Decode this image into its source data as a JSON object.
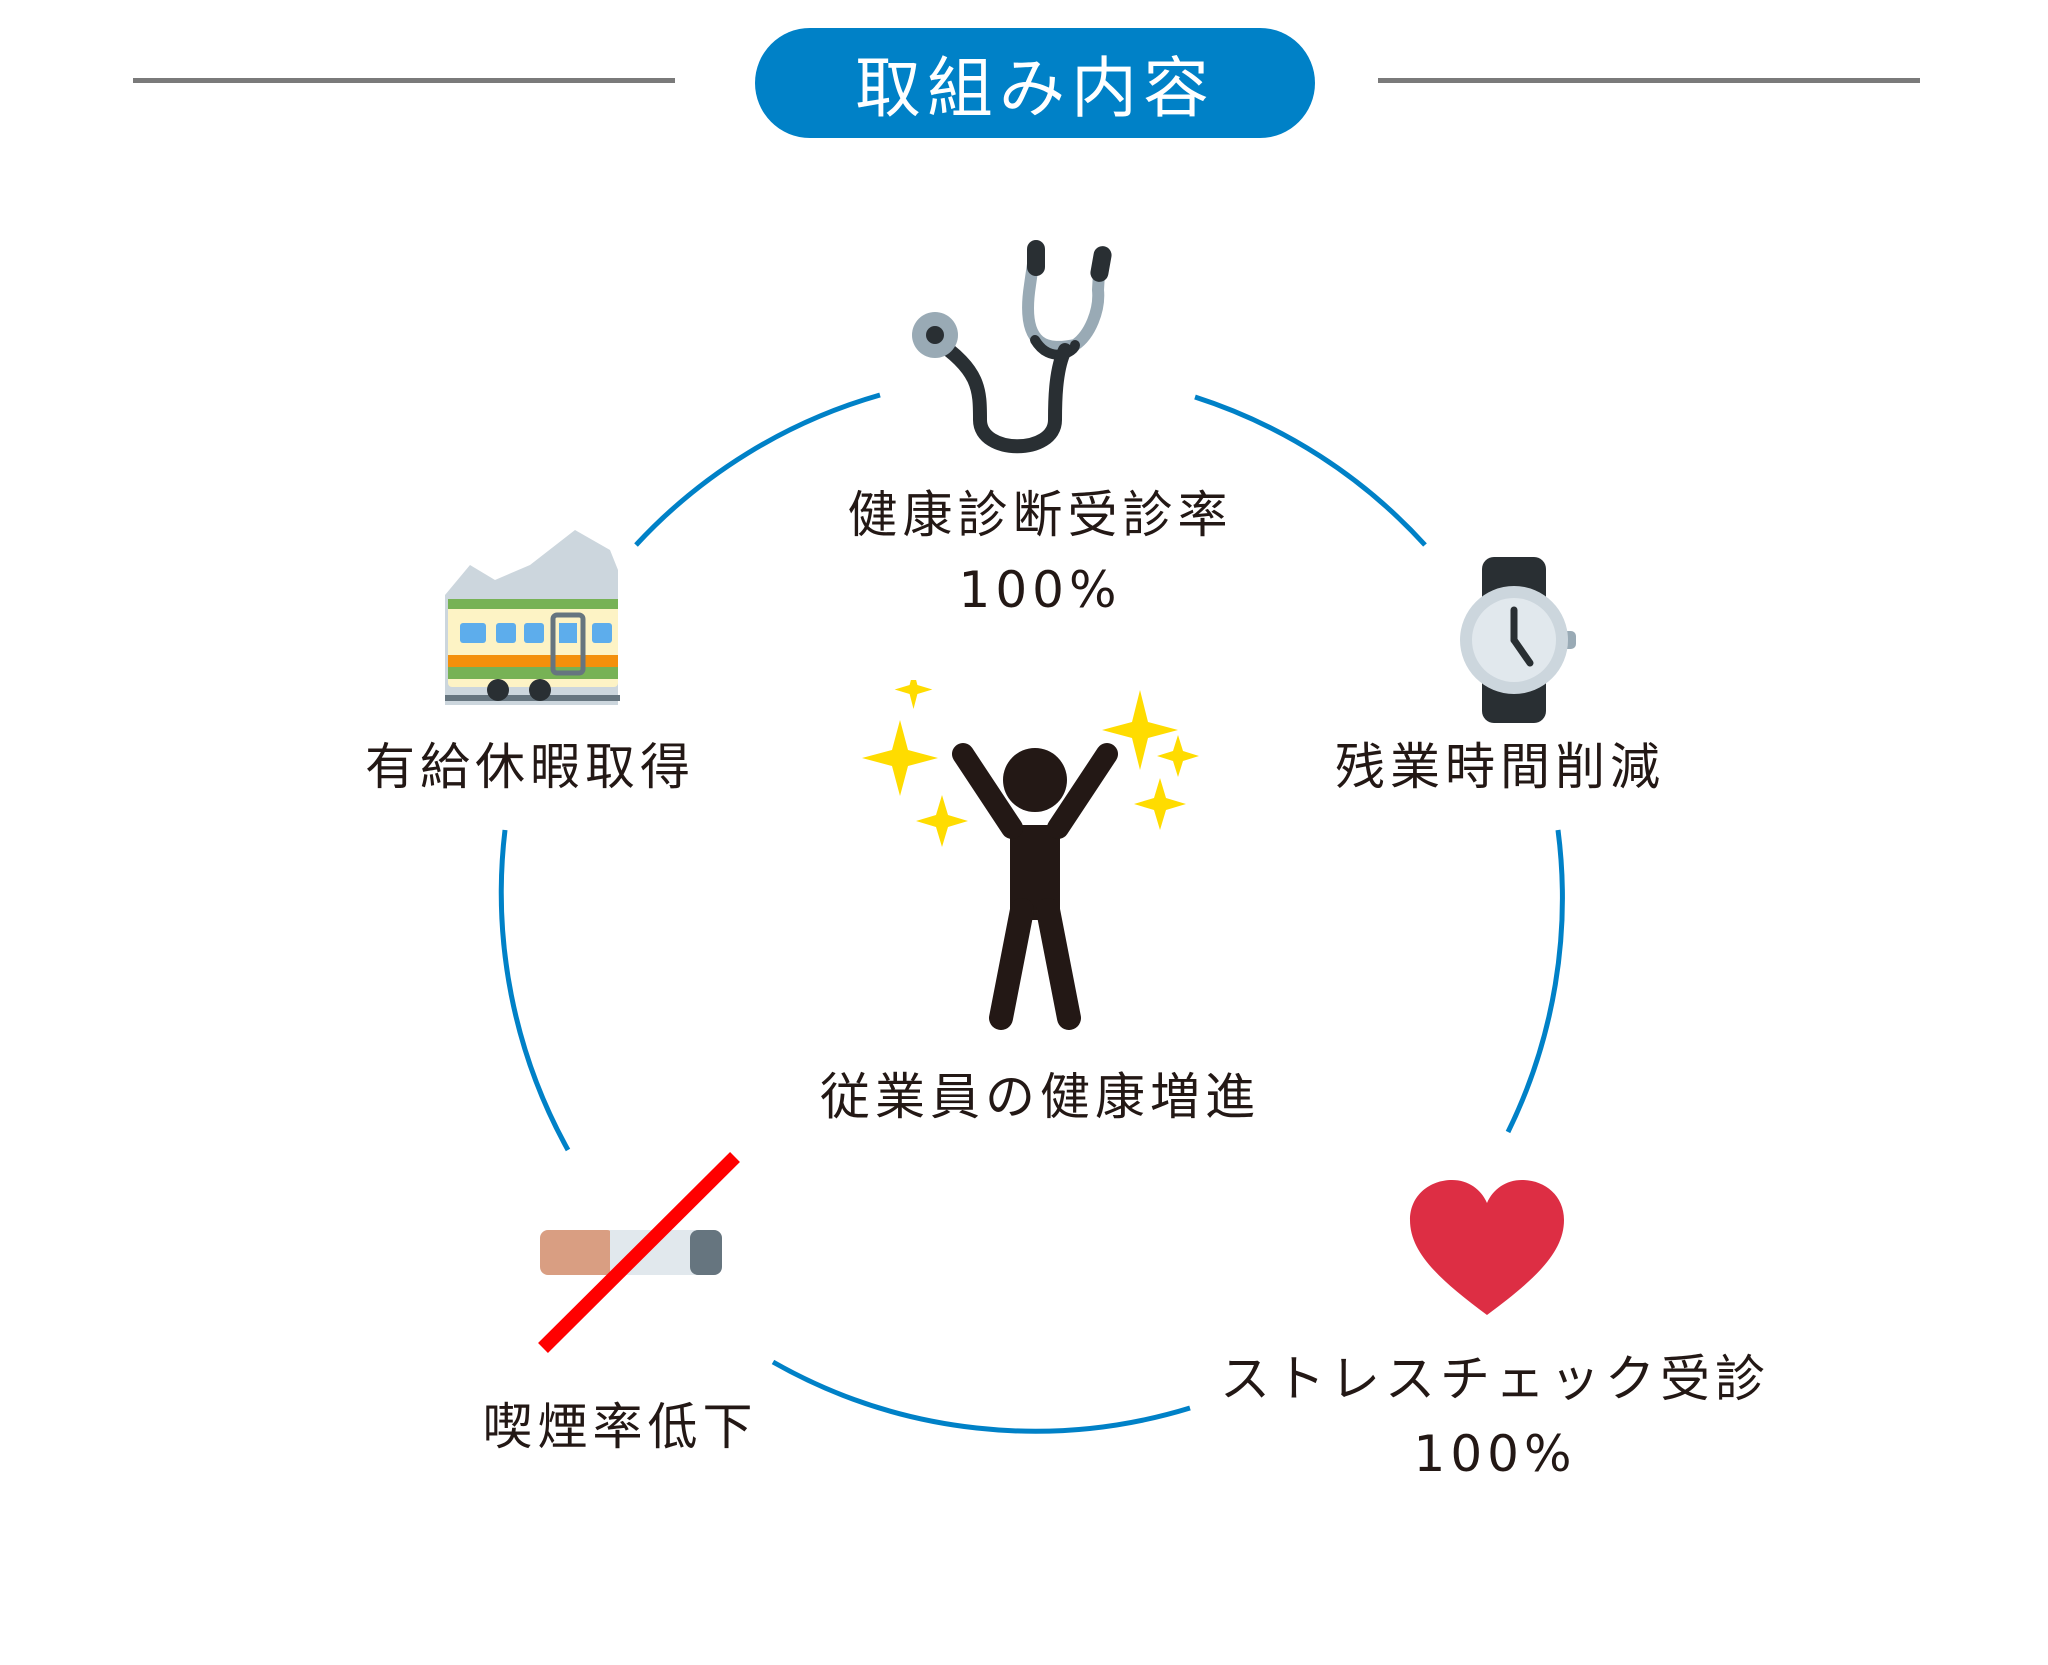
{
  "header": {
    "title": "取組み内容"
  },
  "center": {
    "label": "従業員の健康増進"
  },
  "nodes": {
    "top": {
      "title": "健康診断受診率",
      "value": "100%"
    },
    "right": {
      "title": "残業時間削減"
    },
    "bottom_right": {
      "title": "ストレスチェック受診",
      "value": "100%"
    },
    "bottom_left": {
      "title": "喫煙率低下"
    },
    "left": {
      "title": "有給休暇取得"
    }
  },
  "colors": {
    "accent": "#0081c7",
    "ring": "#0081c7",
    "rule": "#7a7a7a",
    "heart": "#dd2e44",
    "no_smoking": "#ff0000",
    "sparkle": "#ffdc00"
  }
}
